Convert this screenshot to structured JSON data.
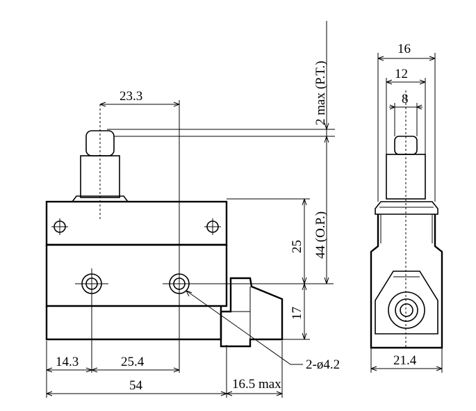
{
  "dimensions": {
    "top_width": "16",
    "mid_width": "12",
    "inner_width": "8",
    "center_offset": "23.3",
    "pretravel": "2 max (P.T.)",
    "operating_position": "44 (O.P.)",
    "body_upper_height": "25",
    "body_lower_height": "17",
    "hole_offset": "14.3",
    "hole_spacing": "25.4",
    "overall_length": "54",
    "extension": "16.5 max",
    "holes": "2-ø4.2",
    "side_width": "21.4"
  }
}
